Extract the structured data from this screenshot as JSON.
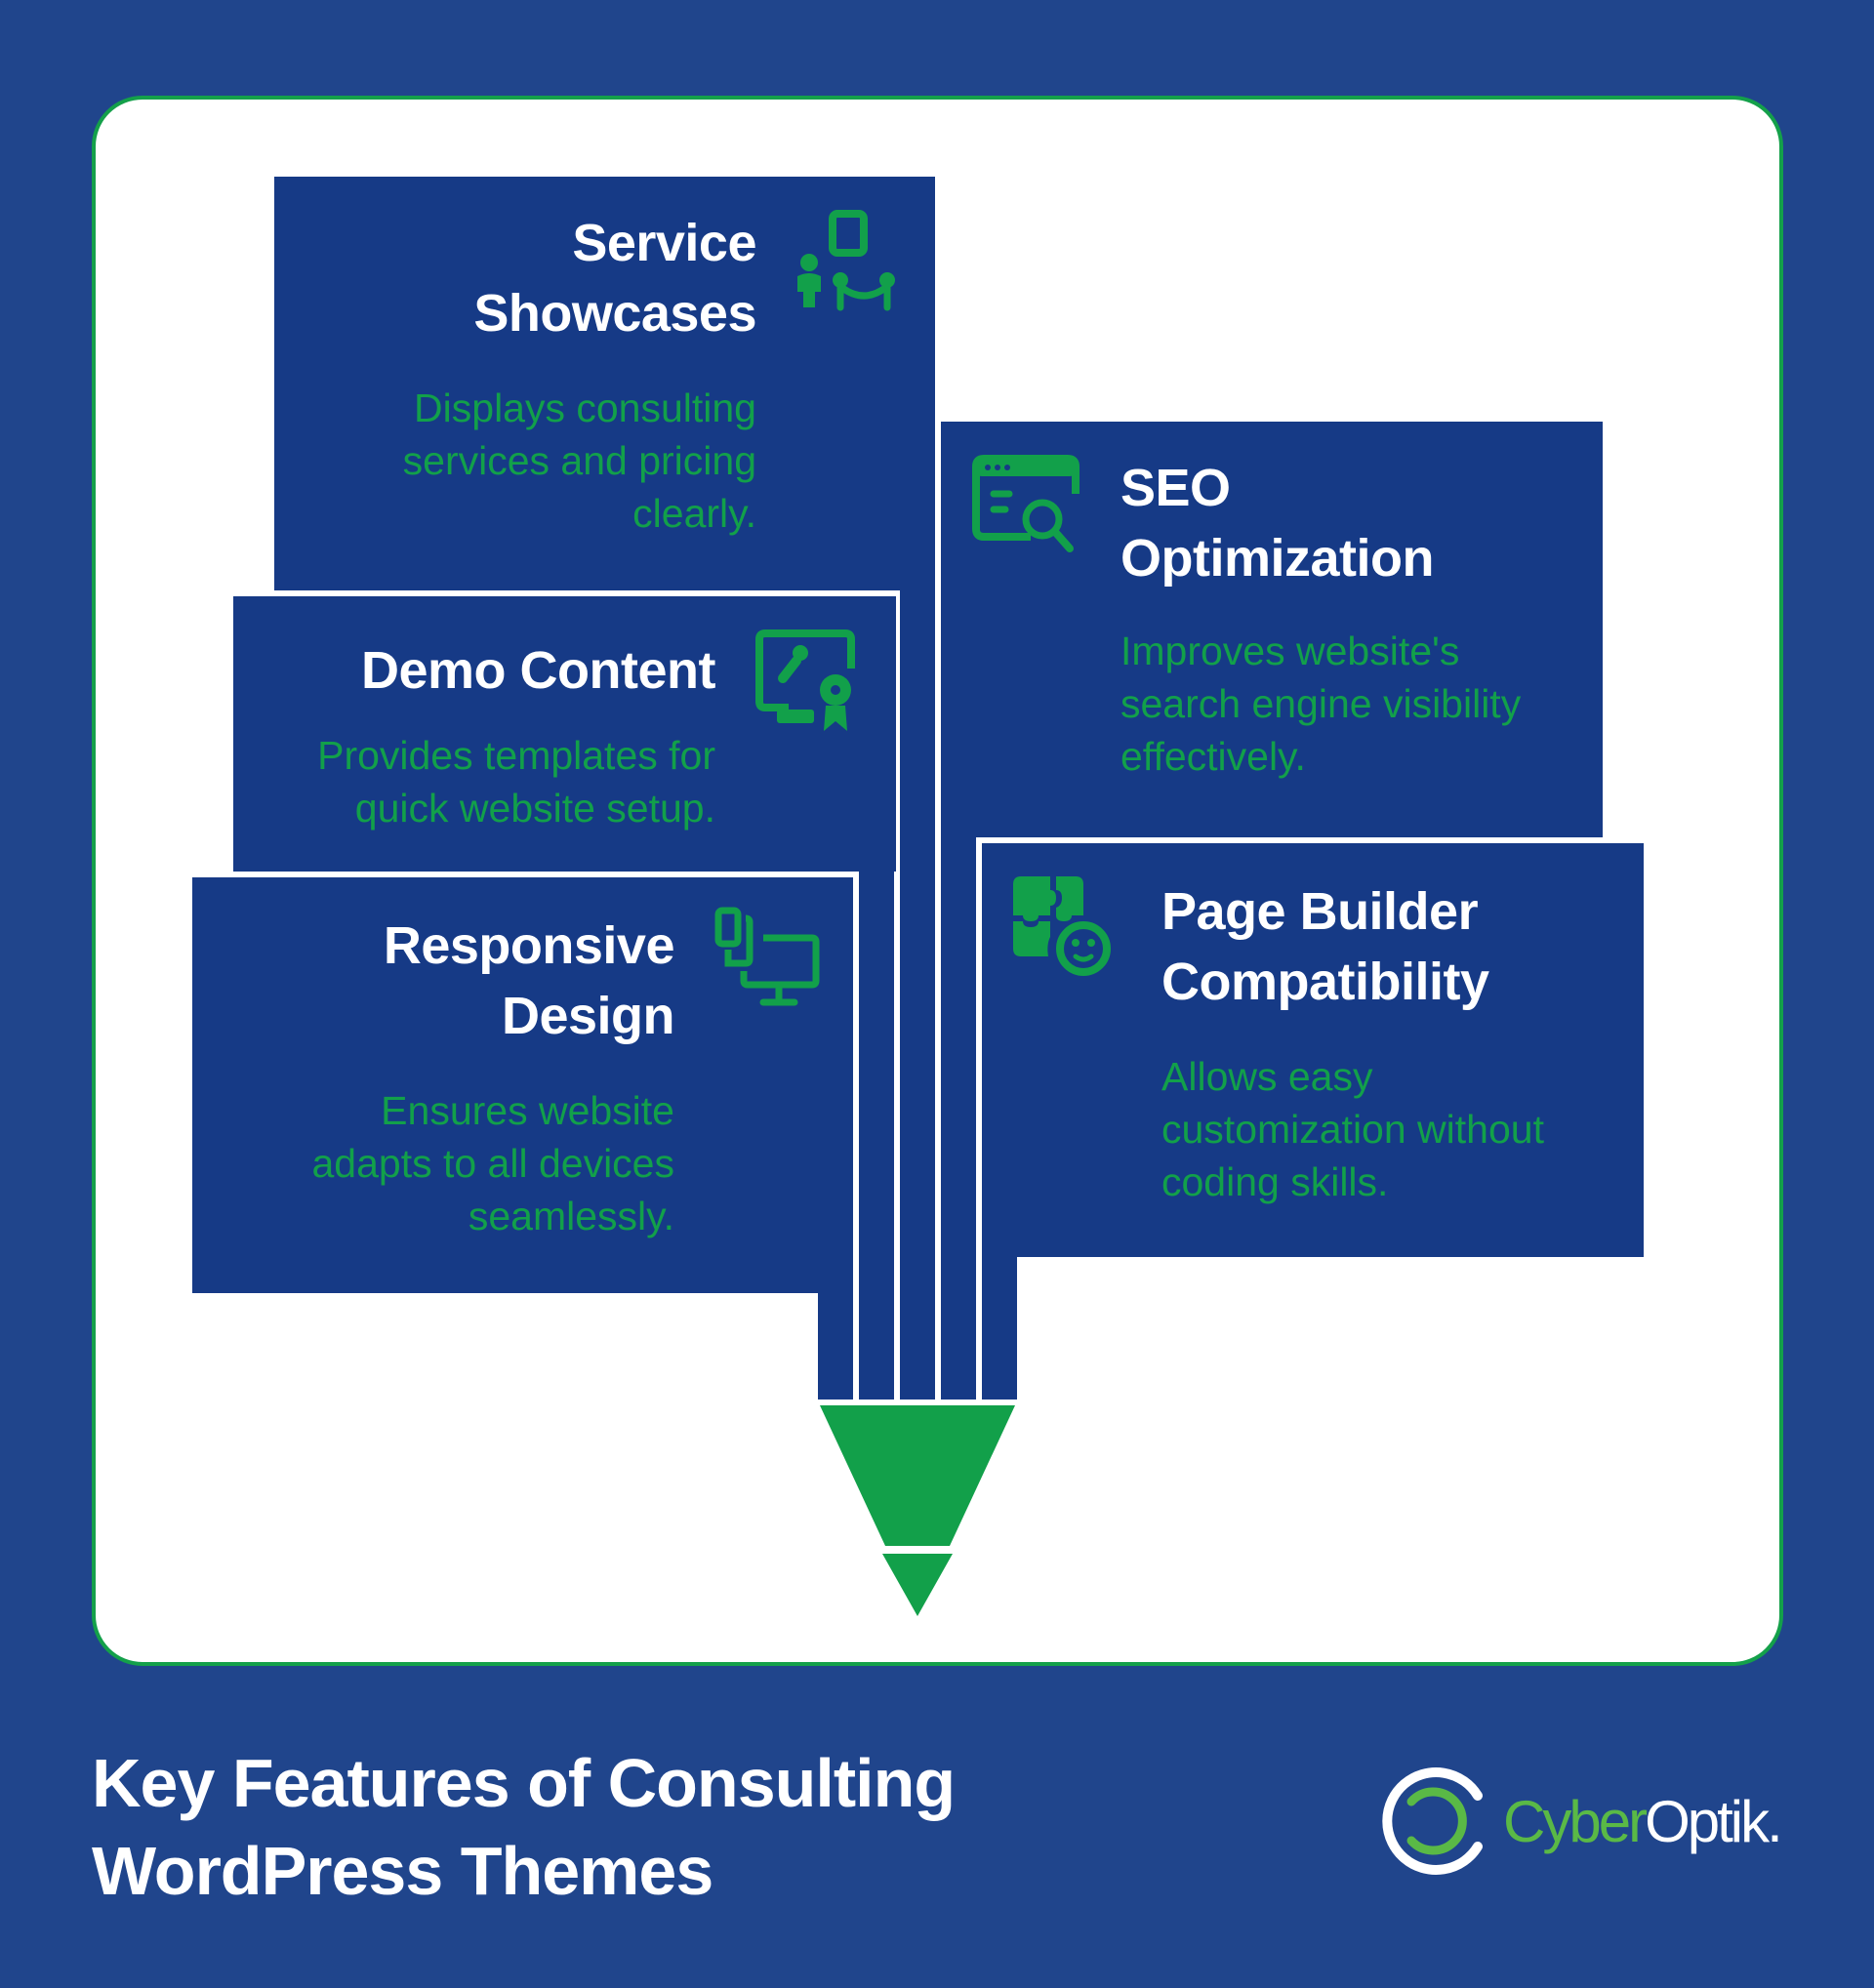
{
  "colors": {
    "background": "#20458c",
    "box": "#163a86",
    "accent_green": "#12a04a",
    "card_border": "#14a04a",
    "logo_green": "#5ab946"
  },
  "features": [
    {
      "id": "service-showcases",
      "title_lines": [
        "Service",
        "Showcases"
      ],
      "description_lines": [
        "Displays consulting",
        "services and pricing",
        "clearly."
      ],
      "icon": "presentation-audience-icon",
      "side": "left"
    },
    {
      "id": "demo-content",
      "title_lines": [
        "Demo Content"
      ],
      "description_lines": [
        "Provides templates for",
        "quick website setup."
      ],
      "icon": "monitor-brush-award-icon",
      "side": "left"
    },
    {
      "id": "responsive-design",
      "title_lines": [
        "Responsive",
        "Design"
      ],
      "description_lines": [
        "Ensures website",
        "adapts to all devices",
        "seamlessly."
      ],
      "icon": "devices-icon",
      "side": "left"
    },
    {
      "id": "seo-optimization",
      "title_lines": [
        "SEO",
        "Optimization"
      ],
      "description_lines": [
        "Improves website's",
        "search engine visibility",
        "effectively."
      ],
      "icon": "browser-search-icon",
      "side": "right"
    },
    {
      "id": "page-builder-compatibility",
      "title_lines": [
        "Page Builder",
        "Compatibility"
      ],
      "description_lines": [
        "Allows easy",
        "customization without",
        "coding skills."
      ],
      "icon": "puzzle-smiley-icon",
      "side": "right"
    }
  ],
  "footer": {
    "title_lines": [
      "Key Features of Consulting",
      "WordPress Themes"
    ],
    "logo": {
      "part1": "Cyber",
      "part2": "Optik."
    }
  }
}
